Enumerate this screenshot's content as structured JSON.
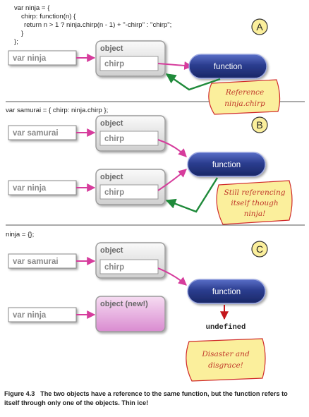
{
  "code": {
    "ninja_lines": [
      "var ninja = {",
      "chirp: function(n) {",
      "return n > 1 ? ninja.chirp(n - 1) + \"-chirp\" : \"chirp\";",
      "}",
      "};"
    ],
    "samurai_line": "var samurai = { chirp: ninja.chirp };",
    "reset_line": "ninja = {};"
  },
  "labels": {
    "var_ninja": "var ninja",
    "var_samurai": "var samurai",
    "object": "object",
    "object_new": "object (new!)",
    "chirp": "chirp",
    "function": "function",
    "undefined": "undefined"
  },
  "markers": {
    "a": "A",
    "b": "B",
    "c": "C"
  },
  "notes": {
    "a": [
      "Reference",
      "ninja.chirp"
    ],
    "b": [
      "Still referencing",
      "itself though",
      "ninja!"
    ],
    "c": [
      "Disaster and",
      "disgrace!"
    ]
  },
  "caption": {
    "label": "Figure 4.3",
    "text": "The two objects have a reference to the same function, but the function refers to itself through only one of the objects. Thin ice!"
  },
  "colors": {
    "pink_arrow": "#d63c9c",
    "green_arrow": "#1f8a3a",
    "red_arrow": "#c4161c",
    "note_fill": "#fbef9c",
    "note_stroke": "#d02a2a",
    "function_fill": "#2b3d8f",
    "new_object_fill": "#e4a3dc"
  }
}
